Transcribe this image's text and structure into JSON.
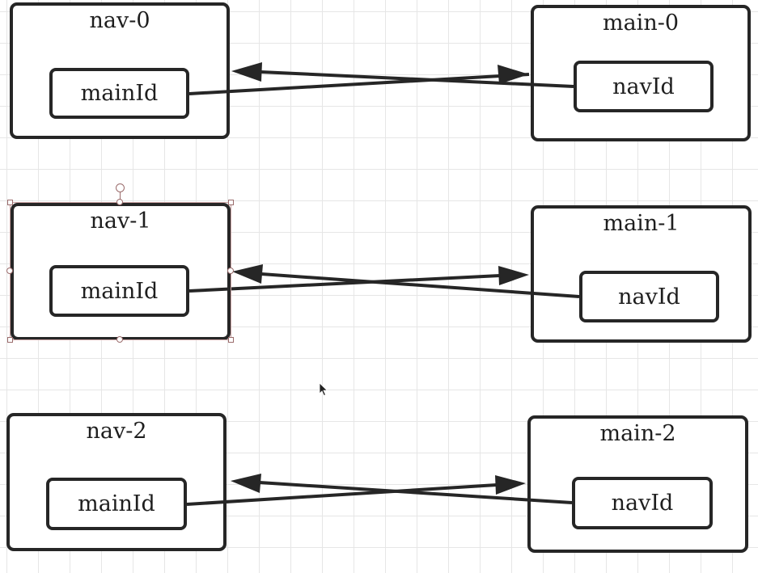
{
  "diagram": {
    "pairs": [
      {
        "nav": {
          "title": "nav-0",
          "field": "mainId"
        },
        "main": {
          "title": "main-0",
          "field": "navId"
        }
      },
      {
        "nav": {
          "title": "nav-1",
          "field": "mainId"
        },
        "main": {
          "title": "main-1",
          "field": "navId"
        }
      },
      {
        "nav": {
          "title": "nav-2",
          "field": "mainId"
        },
        "main": {
          "title": "main-2",
          "field": "navId"
        }
      }
    ],
    "selected_box": "nav-1"
  },
  "colors": {
    "stroke": "#262626",
    "grid": "#e6e6e6",
    "selection": "#9a6b6b"
  }
}
